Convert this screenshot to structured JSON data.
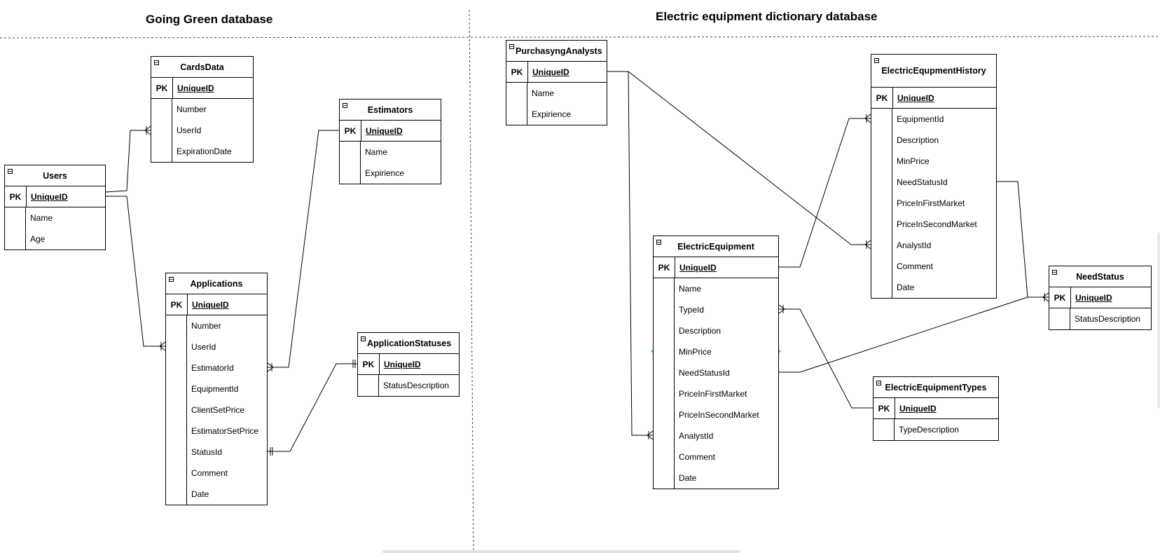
{
  "titles": {
    "left": "Going Green database",
    "right": "Electric equipment dictionary database"
  },
  "entities": {
    "cards_data": {
      "name": "CardsData",
      "pk_label": "PK",
      "pk": "UniqueID",
      "fields": [
        "Number",
        "UserId",
        "ExpirationDate"
      ]
    },
    "users": {
      "name": "Users",
      "pk_label": "PK",
      "pk": "UniqueID",
      "fields": [
        "Name",
        "Age"
      ]
    },
    "estimators": {
      "name": "Estimators",
      "pk_label": "PK",
      "pk": "UniqueID",
      "fields": [
        "Name",
        "Expirience"
      ]
    },
    "applications": {
      "name": "Applications",
      "pk_label": "PK",
      "pk": "UniqueID",
      "fields": [
        "Number",
        "UserId",
        "EstimatorId",
        "EquipmentId",
        "ClientSetPrice",
        "EstimatorSetPrice",
        "StatusId",
        "Comment",
        "Date"
      ]
    },
    "application_statuses": {
      "name": "ApplicationStatuses",
      "pk_label": "PK",
      "pk": "UniqueID",
      "fields": [
        "StatusDescription"
      ]
    },
    "purchasing_analysts": {
      "name": "PurchasyngAnalysts",
      "pk_label": "PK",
      "pk": "UniqueID",
      "fields": [
        "Name",
        "Expirience"
      ]
    },
    "electric_equipment_history": {
      "name": "ElectricEqupmentHistory",
      "pk_label": "PK",
      "pk": "UniqueID",
      "fields": [
        "EquipmentId",
        "Description",
        "MinPrice",
        "NeedStatusId",
        "PriceInFirstMarket",
        "PriceInSecondMarket",
        "AnalystId",
        "Comment",
        "Date"
      ]
    },
    "electric_equipment": {
      "name": "ElectricEquipment",
      "pk_label": "PK",
      "pk": "UniqueID",
      "fields": [
        "Name",
        "TypeId",
        "Description",
        "MinPrice",
        "NeedStatusId",
        "PriceInFirstMarket",
        "PriceInSecondMarket",
        "AnalystId",
        "Comment",
        "Date"
      ]
    },
    "need_status": {
      "name": "NeedStatus",
      "pk_label": "PK",
      "pk": "UniqueID",
      "fields": [
        "StatusDescription"
      ]
    },
    "electric_equipment_types": {
      "name": "ElectricEquipmentTypes",
      "pk_label": "PK",
      "pk": "UniqueID",
      "fields": [
        "TypeDescription"
      ]
    }
  },
  "colors": {
    "line": "#000000",
    "divider": "#444444",
    "handle": "#2a7fd4"
  },
  "icons": {
    "collapse": "minus-square-icon"
  }
}
